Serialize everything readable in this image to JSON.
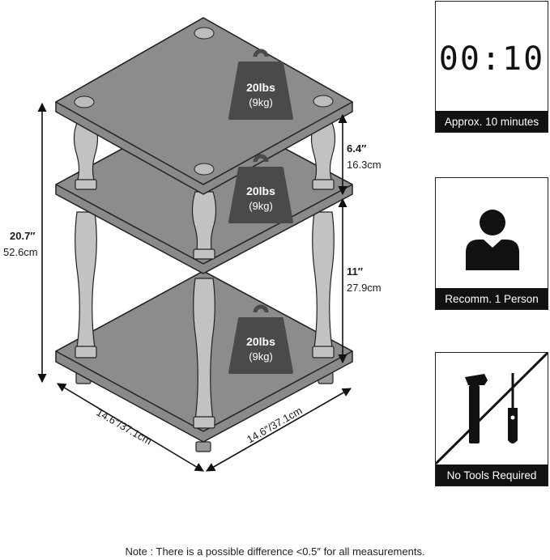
{
  "weight_labels": [
    {
      "weight": "20lbs",
      "metric": "(9kg)"
    },
    {
      "weight": "20lbs",
      "metric": "(9kg)"
    },
    {
      "weight": "20lbs",
      "metric": "(9kg)"
    }
  ],
  "dimensions": {
    "height_in": "20.7″",
    "height_cm": "52.6cm",
    "top_gap_in": "6.4″",
    "top_gap_cm": "16.3cm",
    "bottom_gap_in": "11″",
    "bottom_gap_cm": "27.9cm",
    "width_left": "14.6″/37.1cm",
    "width_right": "14.6″/37.1cm"
  },
  "cards": {
    "timer_display": "00:10",
    "timer_label": "Approx. 10 minutes",
    "person_label": "Recomm. 1 Person",
    "tools_label": "No Tools Required"
  },
  "icons": [
    "weight-icon",
    "clock-display-icon",
    "person-icon",
    "hammer-icon",
    "screwdriver-icon"
  ],
  "colors": {
    "shelf": "#8a8a8a",
    "shelf_edge": "#222222",
    "leg": "#bdbdbd",
    "weight": "#4a4a4a",
    "card_label_bg": "#111111"
  },
  "note": "Note : There is a possible difference <0.5″ for all measurements."
}
